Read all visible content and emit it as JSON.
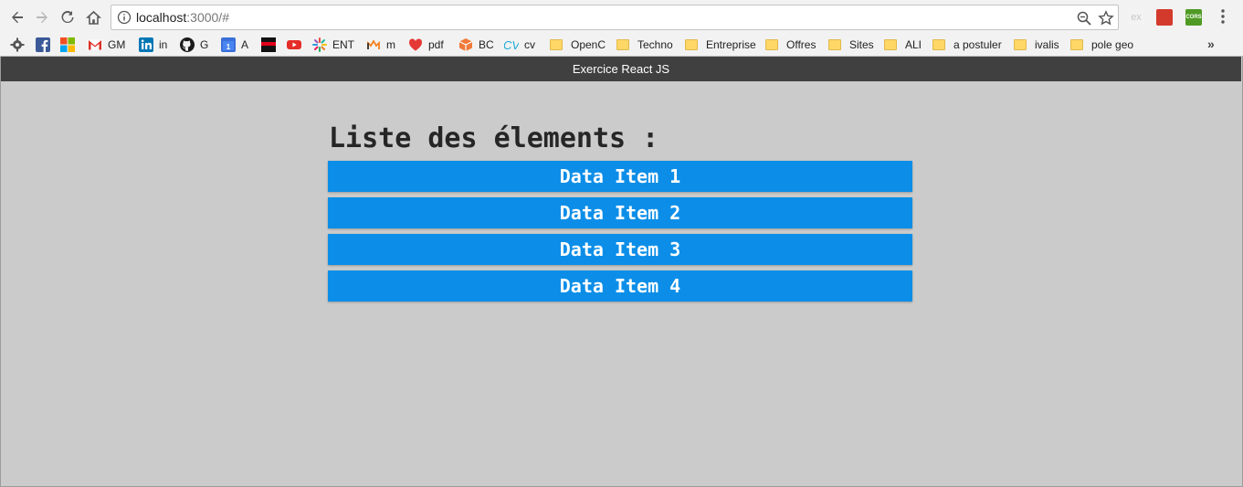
{
  "browser": {
    "url_host": "localhost",
    "url_rest": ":3000/#",
    "bookmarks": [
      {
        "label": "",
        "icon": "gear-icon"
      },
      {
        "label": "",
        "icon": "facebook-icon"
      },
      {
        "label": "",
        "icon": "microsoft-icon"
      },
      {
        "label": "GM",
        "icon": "gmail-icon"
      },
      {
        "label": "in",
        "icon": "linkedin-icon"
      },
      {
        "label": "G",
        "icon": "github-icon"
      },
      {
        "label": "A",
        "icon": "calendar-icon"
      },
      {
        "label": "",
        "icon": "black-square-icon"
      },
      {
        "label": "",
        "icon": "youtube-icon"
      },
      {
        "label": "ENT",
        "icon": "sparkle-icon"
      },
      {
        "label": "m",
        "icon": "m-logo-icon"
      },
      {
        "label": "pdf",
        "icon": "heart-icon"
      },
      {
        "label": "BC",
        "icon": "box-icon"
      },
      {
        "label": "cv",
        "icon": "cv-icon"
      },
      {
        "label": "OpenC",
        "icon": "folder-icon"
      },
      {
        "label": "Techno",
        "icon": "folder-icon"
      },
      {
        "label": "Entreprise",
        "icon": "folder-icon"
      },
      {
        "label": "Offres",
        "icon": "folder-icon"
      },
      {
        "label": "Sites",
        "icon": "folder-icon"
      },
      {
        "label": "ALI",
        "icon": "folder-icon"
      },
      {
        "label": "a postuler",
        "icon": "folder-icon"
      },
      {
        "label": "ivalis",
        "icon": "folder-icon"
      },
      {
        "label": "pole geo",
        "icon": "folder-icon"
      }
    ],
    "overflow": "»",
    "extensions": [
      "ex",
      "",
      "CORS"
    ]
  },
  "app": {
    "title": "Exercice React JS",
    "heading": "Liste des élements :",
    "items": [
      "Data Item 1",
      "Data Item 2",
      "Data Item 3",
      "Data Item 4"
    ]
  },
  "colors": {
    "header_bg": "#404040",
    "page_bg": "#cbcbcb",
    "item_bg": "#0c8ee8",
    "item_text": "#ffffff"
  }
}
